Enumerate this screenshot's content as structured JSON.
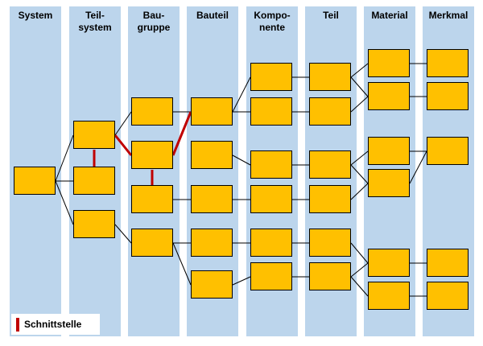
{
  "columns": [
    {
      "id": "system",
      "title": "System"
    },
    {
      "id": "teilsystem",
      "title": "Teil-\nsystem"
    },
    {
      "id": "baugruppe",
      "title": "Bau-\ngruppe"
    },
    {
      "id": "bauteil",
      "title": "Bauteil"
    },
    {
      "id": "komponente",
      "title": "Kompo-\nnente"
    },
    {
      "id": "teil",
      "title": "Teil"
    },
    {
      "id": "material",
      "title": "Material"
    },
    {
      "id": "merkmal",
      "title": "Merkmal"
    }
  ],
  "legend": {
    "label": "Schnittstelle",
    "color": "#c00000"
  },
  "colors": {
    "column": "#bcd5ec",
    "box": "#ffc000",
    "link": "#000000",
    "interface": "#c00000"
  }
}
